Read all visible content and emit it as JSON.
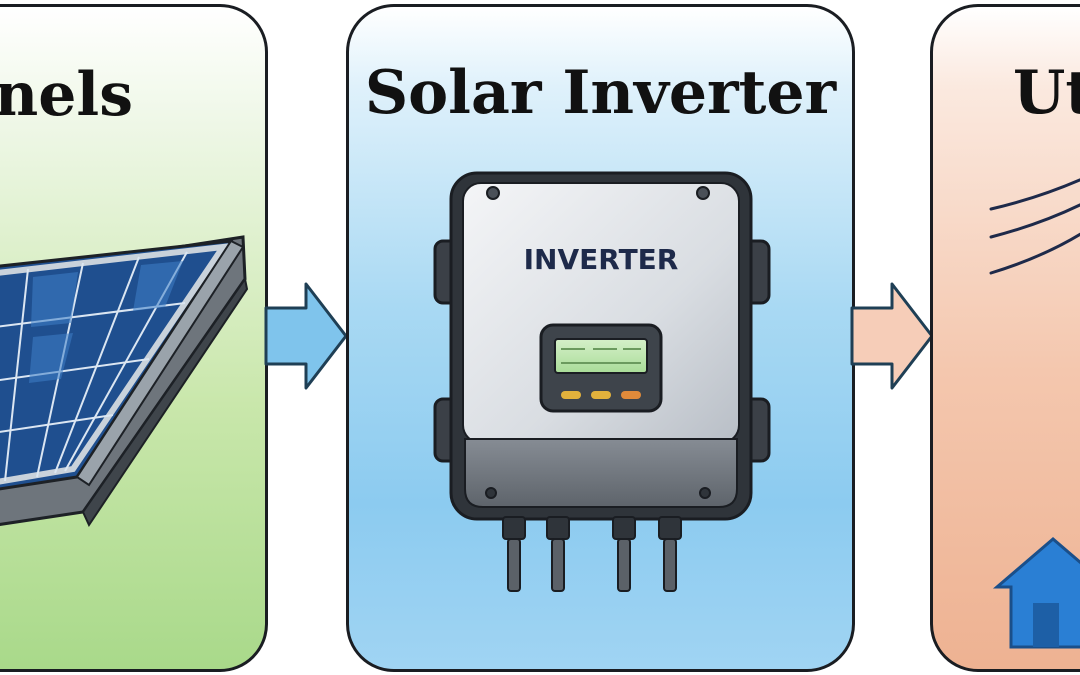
{
  "panels": {
    "left": {
      "title": "Solar Panels",
      "visible_title": "anels",
      "color": "#a9d98a"
    },
    "middle": {
      "title": "Solar Inverter",
      "color": "#8ccbf0"
    },
    "right": {
      "title": "Utility",
      "visible_title": "Ut",
      "color": "#eeb292"
    }
  },
  "inverter": {
    "label": "INVERTER"
  },
  "arrows": [
    {
      "from": "Solar Panels",
      "to": "Solar Inverter",
      "color": "#7fc4ec"
    },
    {
      "from": "Solar Inverter",
      "to": "Utility",
      "color": "#f6cdb8"
    }
  ],
  "icons": [
    "solar-panel-icon",
    "inverter-box-icon",
    "power-lines-icon",
    "house-icon"
  ]
}
